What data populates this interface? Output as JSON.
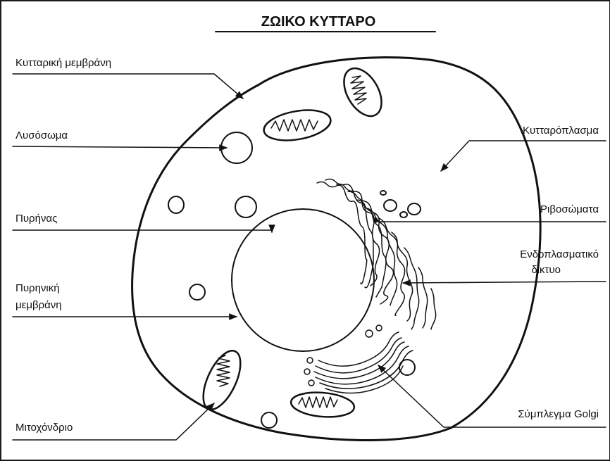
{
  "title": "ΖΩΙΚΟ ΚΥΤΤΑΡΟ",
  "labels": {
    "cell_membrane": "Κυτταρική μεμβράνη",
    "lysosome": "Λυσόσωμα",
    "nucleus": "Πυρήνας",
    "nuclear_membrane_line1": "Πυρηνική",
    "nuclear_membrane_line2": "μεμβράνη",
    "mitochondrion": "Μιτοχόνδριο",
    "cytoplasm": "Κυτταρόπλασμα",
    "ribosomes": "Ριβοσώματα",
    "er_line1": "Ενδοπλασματικό",
    "er_line2": "δίκτυο",
    "golgi": "Σύμπλεγμα Golgi"
  },
  "colors": {
    "ink": "#111111",
    "background": "#ffffff"
  }
}
